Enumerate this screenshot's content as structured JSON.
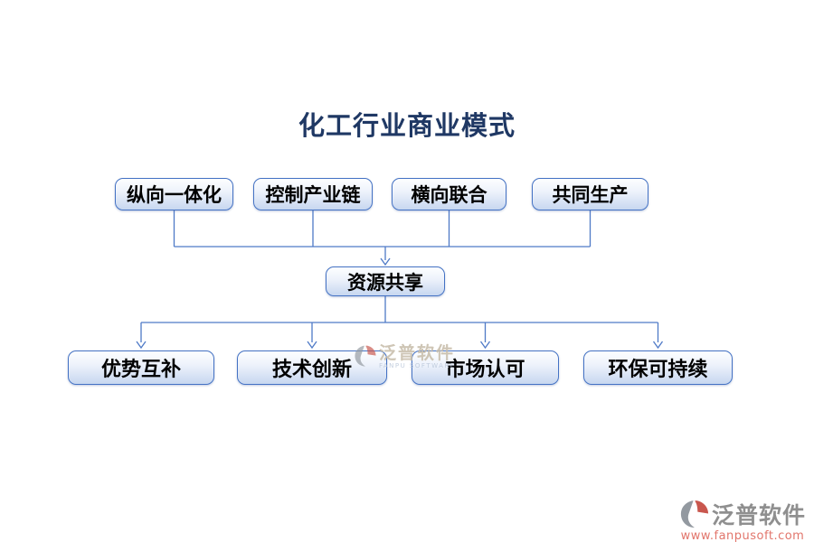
{
  "title": "化工行业商业模式",
  "diagram": {
    "top_row": [
      {
        "label": "纵向一体化"
      },
      {
        "label": "控制产业链"
      },
      {
        "label": "横向联合"
      },
      {
        "label": "共同生产"
      }
    ],
    "center": {
      "label": "资源共享"
    },
    "bottom_row": [
      {
        "label": "优势互补"
      },
      {
        "label": "技术创新"
      },
      {
        "label": "市场认可"
      },
      {
        "label": "环保可持续"
      }
    ]
  },
  "watermarks": {
    "center": {
      "brand": "泛普软件",
      "subtext": "FANPU SOFTWARE"
    },
    "corner": {
      "brand": "泛普软件",
      "url": "www.fanpusoft.com"
    }
  },
  "colors": {
    "title_text": "#1F3864",
    "node_border": "#4472C4",
    "node_fill_bottom": "#C7D7F0",
    "connector_line": "#4F7AC7",
    "watermark_gray": "#8F8F8F",
    "watermark_url": "#E2766C",
    "logo_red": "#C9574E",
    "logo_gray": "#9399A0"
  }
}
